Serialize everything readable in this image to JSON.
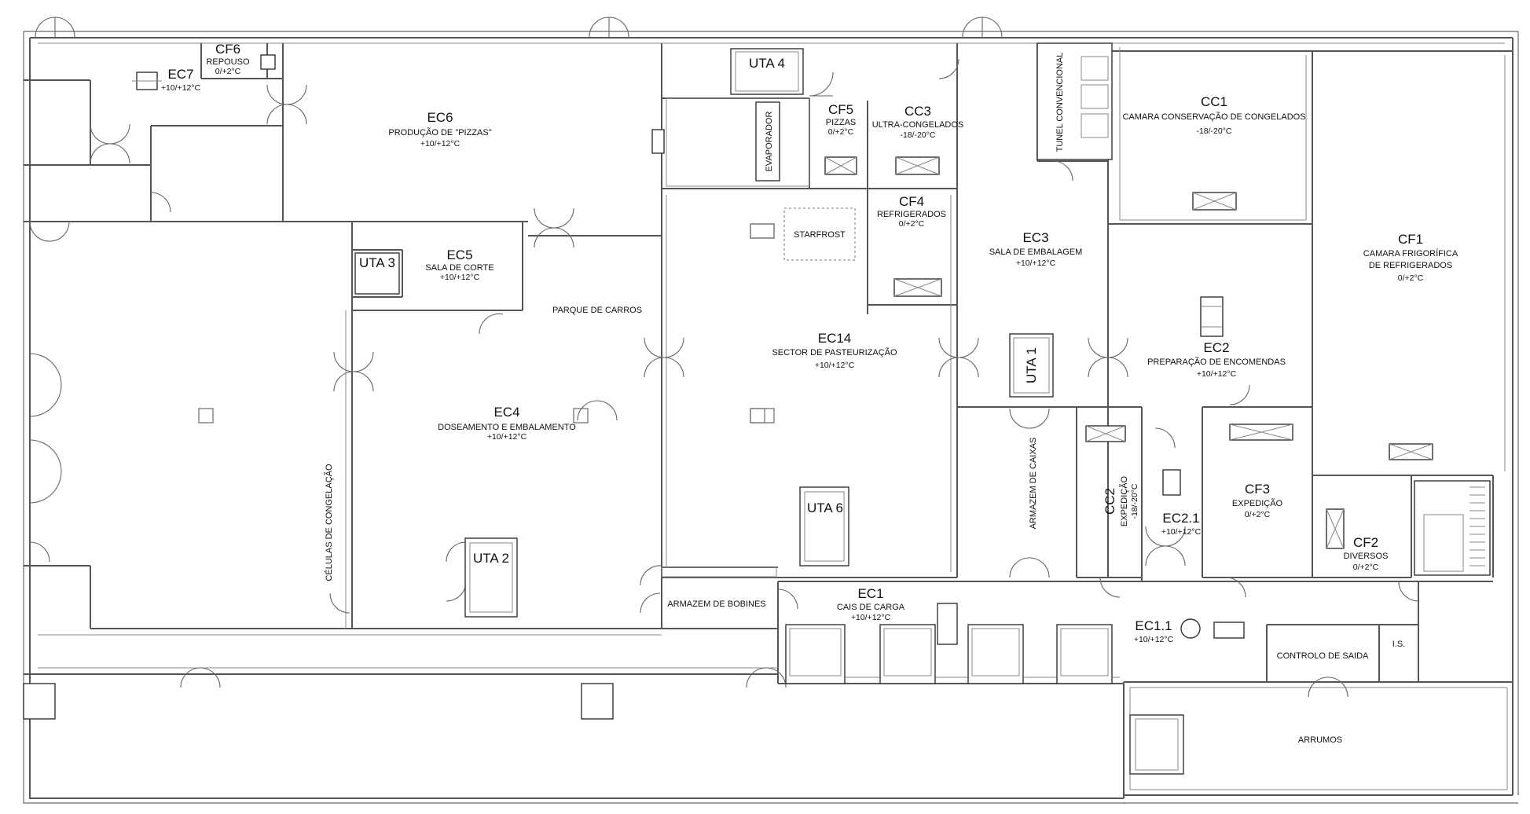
{
  "plan": {
    "rooms": [
      {
        "code": "CF6",
        "name": "REPOUSO",
        "temp": "0/+2°C"
      },
      {
        "code": "EC7",
        "name": "",
        "temp": "+10/+12°C"
      },
      {
        "code": "EC6",
        "name": "PRODUÇÃO DE \"PIZZAS\"",
        "temp": "+10/+12°C"
      },
      {
        "code": "CF5",
        "name": "PIZZAS",
        "temp": "0/+2°C"
      },
      {
        "code": "CC3",
        "name": "ULTRA-CONGELADOS",
        "temp": "-18/-20°C"
      },
      {
        "code": "CF4",
        "name": "REFRIGERADOS",
        "temp": "0/+2°C"
      },
      {
        "code": "CC1",
        "name": "CAMARA CONSERVAÇÃO DE CONGELADOS",
        "temp": "-18/-20°C"
      },
      {
        "code": "CF1",
        "name": "CAMARA FRIGORÍFICA",
        "name2": "DE REFRIGERADOS",
        "temp": "0/+2°C"
      },
      {
        "code": "EC3",
        "name": "SALA DE EMBALAGEM",
        "temp": "+10/+12°C"
      },
      {
        "code": "EC5",
        "name": "SALA DE CORTE",
        "temp": "+10/+12°C"
      },
      {
        "code": "EC14",
        "name": "SECTOR DE PASTEURIZAÇÃO",
        "temp": "+10/+12°C"
      },
      {
        "code": "EC2",
        "name": "PREPARAÇÃO DE ENCOMENDAS",
        "temp": "+10/+12°C"
      },
      {
        "code": "EC4",
        "name": "DOSEAMENTO E EMBALAMENTO",
        "temp": "+10/+12°C"
      },
      {
        "code": "CF3",
        "name": "EXPEDIÇÃO",
        "temp": "0/+2°C"
      },
      {
        "code": "CF2",
        "name": "DIVERSOS",
        "temp": "0/+2°C"
      },
      {
        "code": "EC2.1",
        "name": "",
        "temp": "+10/+12°C"
      },
      {
        "code": "EC1",
        "name": "CAIS DE CARGA",
        "temp": "+10/+12°C"
      },
      {
        "code": "EC1.1",
        "name": "",
        "temp": "+10/+12°C"
      }
    ],
    "cc2": {
      "code": "CC2",
      "name": "EXPEDIÇÃO",
      "temp": "-18/-20°C"
    },
    "utas": [
      "UTA 4",
      "UTA 3",
      "UTA 1",
      "UTA 6",
      "UTA 2"
    ],
    "labels": {
      "parque": "PARQUE DE CARROS",
      "starfrost": "STARFROST",
      "evaporador": "EVAPORADOR",
      "tunel": "TUNEL CONVENCIONAL",
      "celulas": "CÉLULAS DE CONGELAÇÃO",
      "armazem_caixas": "ARMAZEM DE CAIXAS",
      "armazem_bobines": "ARMAZEM DE BOBINES",
      "controlo": "CONTROLO DE SAIDA",
      "is": "I.S.",
      "arrumos": "ARRUMOS"
    },
    "colors": {
      "wall": "#555555",
      "text": "#111111",
      "background": "#ffffff"
    }
  }
}
